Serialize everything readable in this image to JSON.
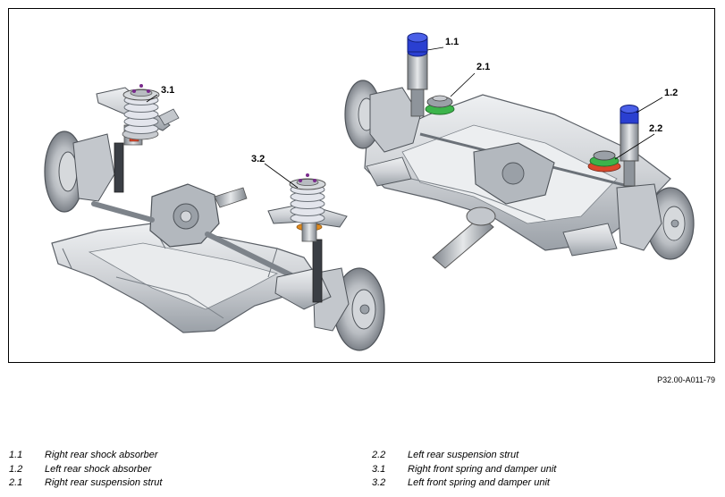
{
  "callouts": {
    "c_1_1": "1.1",
    "c_1_2": "1.2",
    "c_2_1": "2.1",
    "c_2_2": "2.2",
    "c_3_1": "3.1",
    "c_3_2": "3.2"
  },
  "figure_code": "P32.00-A011-79",
  "legend": {
    "left": [
      {
        "num": "1.1",
        "text": "Right rear shock absorber"
      },
      {
        "num": "1.2",
        "text": "Left rear shock absorber"
      },
      {
        "num": "2.1",
        "text": "Right rear suspension strut"
      }
    ],
    "right": [
      {
        "num": "2.2",
        "text": "Left rear suspension strut"
      },
      {
        "num": "3.1",
        "text": "Right front spring and damper unit"
      },
      {
        "num": "3.2",
        "text": "Left front spring and damper unit"
      }
    ]
  },
  "colors": {
    "metal": "#cfd2d6",
    "metal_dark": "#8e949b",
    "outline": "#5a5f66",
    "spring": "#d9dbe6",
    "absorber_top": "#2a3fd1",
    "strut_green": "#3cb44b",
    "strut_red": "#d9482b",
    "mount_purple": "#7a2a8c",
    "orange_ring": "#e08a1e"
  }
}
